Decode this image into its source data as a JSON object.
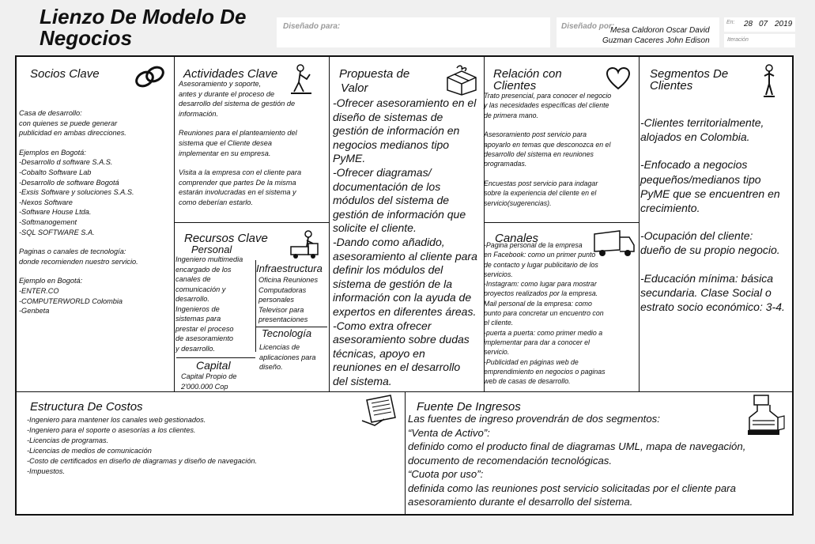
{
  "header": {
    "title_line1": "Lienzo De Modelo De",
    "title_line2": "Negocios",
    "designed_for_label": "Diseñado para:",
    "designed_by_label": "Diseñado por:",
    "designers": [
      "Mesa Caldoron Oscar David",
      "Guzman Caceres John Edison"
    ],
    "date_label": "En:",
    "date_day": "28",
    "date_month": "07",
    "date_year": "2019",
    "iteration_label": "Iteración"
  },
  "socios": {
    "title": "Socios Clave",
    "icon": "chain-link-icon",
    "lines": [
      "Casa de desarrollo:",
      "con quienes  se puede generar",
      "publicidad en ambas  direcciones.",
      "",
      "Ejemplos en Bogotá:",
      "-Desarrollo d software S.A.S.",
      "-Cobalto Software Lab",
      "-Desarrollo de software Bogotá",
      "-Exsis Software y soluciones S.A.S.",
      "-Nexos Software",
      "-Software House Ltda.",
      "-Softmanogement",
      "-SQL SOFTWARE S.A.",
      "",
      "Paginas o canales de tecnología:",
      "donde recomienden nuestro servicio.",
      "",
      " Ejemplo en Bogotá:",
      " -ENTER.CO",
      "-COMPUTERWORLD Colombia",
      "-Genbeta"
    ]
  },
  "actividades": {
    "title": "Actividades Clave",
    "icon": "worker-icon",
    "lines": [
      "Asesoramiento y soporte,",
      "antes y durante el  proceso de",
      "desarrollo del sistema de gestión de",
      "información.",
      "",
      "Reuniones para el planteamiento del",
      "sistema que el Cliente desea",
      "implementar en su empresa.",
      "",
      "Visita a la empresa con el cliente para",
      " comprender que partes De la misma",
      "estarán involucradas en el sistema y",
      "como deberían estarlo."
    ]
  },
  "recursos": {
    "title1": "Recursos Clave",
    "title2": "Personal",
    "icon": "forklift-icon",
    "personal_lines": [
      "Ingeniero multimedia",
      " encargado de los",
      "canales de",
      "comunicación y",
      "desarrollo.",
      " Ingenieros de",
      "sistemas para",
      "prestar el proceso",
      "de asesoramiento",
      "y desarrollo."
    ],
    "infra_title": "Infraestructura",
    "infra_lines": [
      "Oficina Reuniones",
      "Computadoras",
      "personales",
      "Televisor para",
      "presentaciones"
    ],
    "tech_title": "Tecnología",
    "tech_lines": [
      "Licencias de",
      "aplicaciones para",
      "diseño."
    ],
    "capital_title": "Capital",
    "capital_lines": [
      "Capital Propio de",
      "2'000.000 Cop"
    ]
  },
  "propuesta": {
    "title1": "Propuesta de",
    "title2": "Valor",
    "icon": "gift-icon",
    "lines": [
      "-Ofrecer asesoramiento en el",
      "diseño de sistemas de",
      "gestión de información en",
      "negocios medianos tipo",
      "PyME.",
      "-Ofrecer diagramas/",
      "documentación de los",
      "módulos del sistema de",
      "gestión de información que",
      "solicite el cliente.",
      "-Dando como añadido,",
      "asesoramiento al cliente para",
      "definir los módulos del",
      "sistema de gestión de la",
      "información con la ayuda de",
      "expertos en diferentes áreas.",
      "-Como extra ofrecer",
      "asesoramiento sobre dudas",
      "técnicas, apoyo en",
      "reuniones en el desarrollo",
      "del sistema."
    ]
  },
  "relacion": {
    "title1": "Relación con",
    "title2": "Clientes",
    "icon": "heart-icon",
    "lines": [
      "Trato presencial, para conocer el negocio",
      "y las necesidades específicas del cliente",
      "de primera mano.",
      "",
      "Asesoramiento post servicio para",
      "apoyarlo en temas que desconozca en el",
      " desarrollo del sistema en  reuniones",
      "programadas.",
      "",
      "Encuestas post servicio para indagar",
      "sobre la experiencia del cliente en el",
      "servicio(sugerencias)."
    ]
  },
  "canales": {
    "title": "Canales",
    "icon": "truck-icon",
    "lines": [
      "-Pagina personal de la empresa",
      "en Facebook: como un primer punto",
      "de contacto y lugar publicitario de los",
      "servicios.",
      "-Instagram: como lugar para  mostrar",
      "proyectos realizados por la  empresa.",
      "Mail personal de la empresa: como",
      "punto  para concretar un encuentro con",
      "el cliente.",
      "-puerta a puerta: como primer medio a",
      "implementar para dar a conocer el",
      "  servicio.",
      "-Publicidad en páginas web de",
      "emprendimiento en negocios o paginas",
      "web de casas de desarrollo."
    ]
  },
  "segmentos": {
    "title1": "Segmentos De",
    "title2": "Clientes",
    "icon": "person-icon",
    "lines": [
      "-Clientes territorialmente,",
      "alojados en Colombia.",
      "",
      "-Enfocado a negocios",
      "pequeños/medianos tipo",
      "PyME que se encuentren en",
      "crecimiento.",
      "",
      "-Ocupación del cliente:",
      "dueño de su propio  negocio.",
      "",
      "-Educación mínima: básica",
      "secundaria. Clase Social o",
      "estrato socio económico: 3-4."
    ]
  },
  "costos": {
    "title": "Estructura De Costos",
    "icon": "document-icon",
    "lines": [
      "-Ingeniero para mantener los canales web gestionados.",
      "-Ingeniero para el soporte o asesorías a los clientes.",
      "-Licencias de programas.",
      "-Licencias de medios de comunicación",
      "-Costo de certificados en diseño de diagramas y diseño de navegación.",
      "-Impuestos."
    ]
  },
  "ingresos": {
    "title": "Fuente De Ingresos",
    "icon": "cash-register-icon",
    "lines": [
      "Las fuentes de ingreso provendrán de dos segmentos:",
      " “Venta de Activo”:",
      "definido como el producto final de diagramas UML, mapa de navegación,",
      " documento de recomendación tecnológicas.",
      "“Cuota por uso”:",
      "definida como las reuniones post servicio solicitadas por el  cliente para",
      "asesoramiento durante el desarrollo del sistema."
    ]
  }
}
